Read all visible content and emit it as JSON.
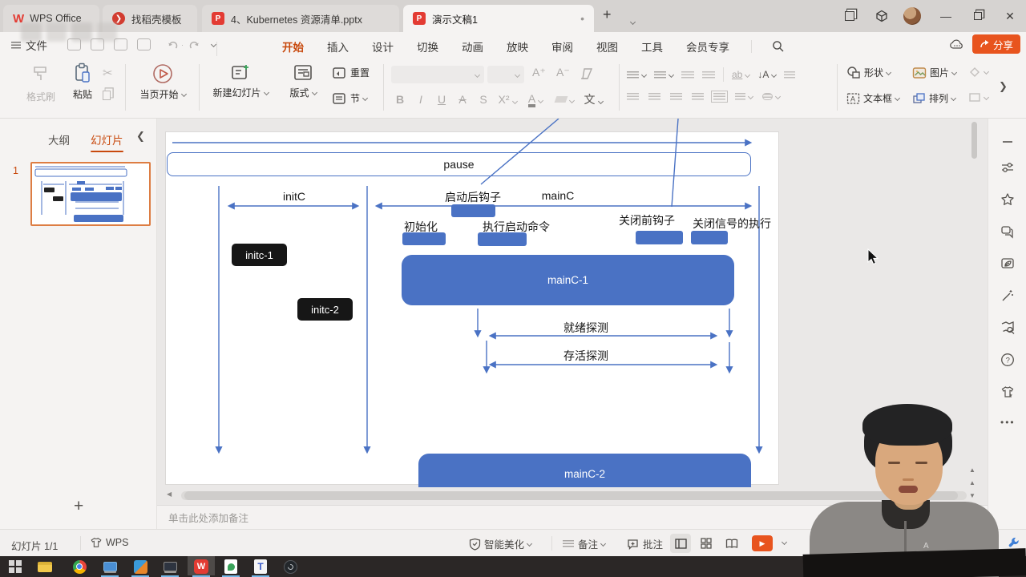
{
  "tabbar": {
    "tabs": [
      {
        "label": "WPS Office"
      },
      {
        "label": "找稻壳模板"
      },
      {
        "label": "4、Kubernetes 资源清单.pptx"
      },
      {
        "label": "演示文稿1"
      }
    ]
  },
  "menubar": {
    "file_label": "文件",
    "tabs": [
      "开始",
      "插入",
      "设计",
      "切换",
      "动画",
      "放映",
      "审阅",
      "视图",
      "工具",
      "会员专享"
    ],
    "active_tab": "开始",
    "share_label": "分享"
  },
  "ribbon": {
    "format_painter": "格式刷",
    "paste": "粘贴",
    "start_from_page": "当页开始",
    "new_slide": "新建幻灯片",
    "layout": "版式",
    "reset": "重置",
    "section": "节",
    "bold": "B",
    "italic": "I",
    "underline": "U",
    "strike": "A",
    "shadow": "S",
    "superscript": "X²",
    "font_color": "A",
    "phonetic": "文",
    "char_spacing": "ab",
    "text_dir": "↓A",
    "shapes": "形状",
    "picture": "图片",
    "textbox": "文本框",
    "arrange": "排列"
  },
  "left_panel": {
    "outline_tab": "大纲",
    "slides_tab": "幻灯片",
    "slide_number": "1",
    "add_slide": "+"
  },
  "slide": {
    "pause_label": "pause",
    "initc_label": "initC",
    "mainc_label": "mainC",
    "post_start_hook": "启动后钩子",
    "init_phase": "初始化",
    "exec_start_cmd": "执行启动命令",
    "pre_stop_hook": "关闭前钩子",
    "stop_signal_exec": "关闭信号的执行",
    "initc1": "initc-1",
    "initc2": "initc-2",
    "mainc1": "mainC-1",
    "mainc2": "mainC-2",
    "readiness_probe": "就绪探测",
    "liveness_probe": "存活探测"
  },
  "notes": {
    "placeholder": "单击此处添加备注"
  },
  "statusbar": {
    "slide_counter": "幻灯片 1/1",
    "wps_label": "WPS",
    "beautify": "智能美化",
    "notes_label": "备注",
    "comment_label": "批注"
  },
  "colors": {
    "accent_orange": "#e8541e",
    "diagram_blue": "#4a72c4",
    "active_tab_orange": "#c8490d",
    "black_box": "#161616"
  }
}
